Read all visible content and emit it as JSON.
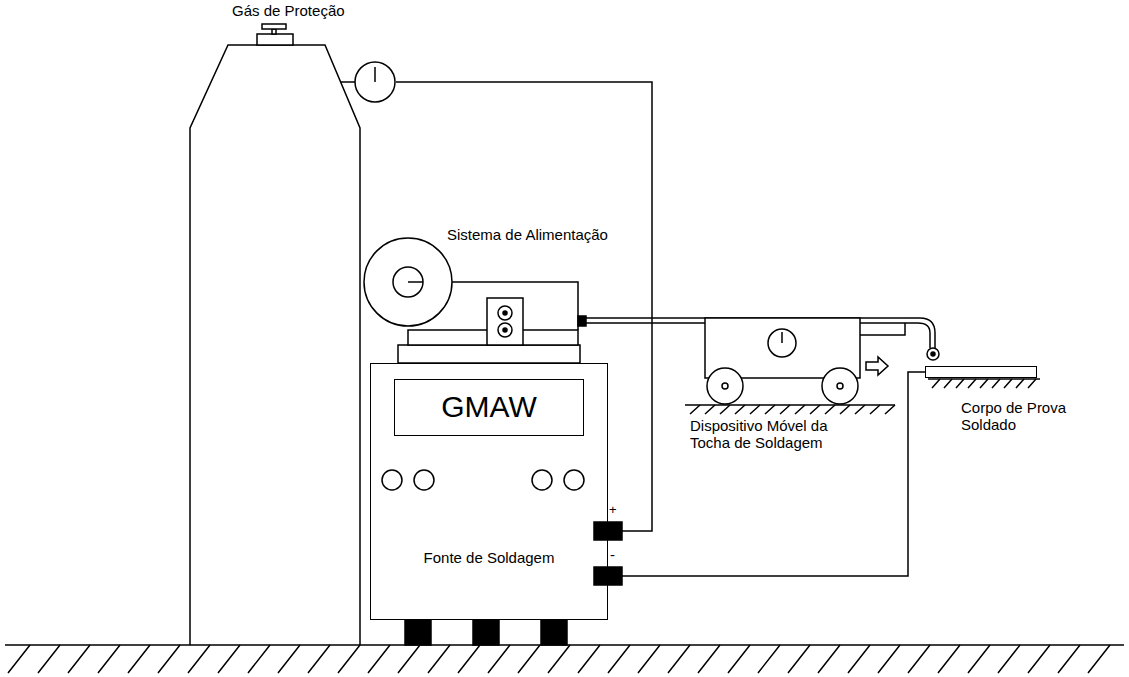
{
  "diagram": {
    "nodes": [
      {
        "text": [
          "Gás de Proteção"
        ]
      },
      {
        "text": [
          "Fonte de Soldagem"
        ]
      },
      {
        "text": [
          "GMAW"
        ],
        "in": 1
      },
      {
        "text": [
          "Corpo de Prova Soldado"
        ]
      }
    ],
    "edges": [
      {
        "from": 0,
        "to": 1,
        "arrow": "none"
      },
      {
        "from": 1,
        "to": 3,
        "arrow": "none"
      }
    ],
    "labels": [
      "Sistema de Alimentação",
      "+",
      "-",
      "Dispositivo Móvel da Tocha de Soldagem"
    ]
  }
}
